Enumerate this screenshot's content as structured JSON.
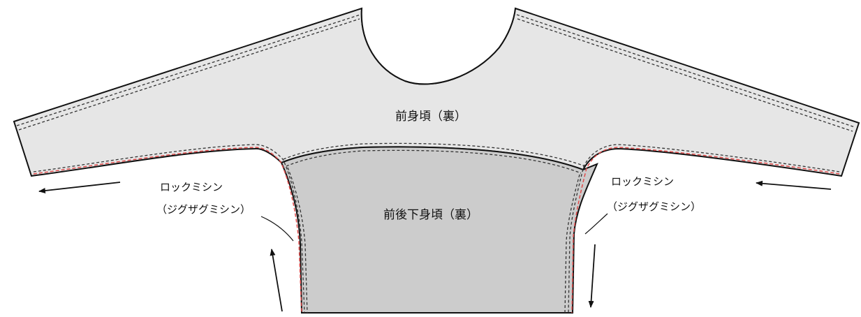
{
  "labels": {
    "front_body": "前身頃（裏）",
    "lower_body": "前後下身頃（裏）",
    "left_overlock": "ロックミシン",
    "left_zigzag": "（ジグザグミシン）",
    "right_overlock": "ロックミシン",
    "right_zigzag": "（ジグザグミシン）"
  },
  "colors": {
    "front_body_fill": "#e6e6e6",
    "lower_body_fill": "#cccccc",
    "outline": "#111111",
    "stitch_dashed": "#333333",
    "overlock_red": "#e04a4a",
    "arrow": "#111111"
  }
}
